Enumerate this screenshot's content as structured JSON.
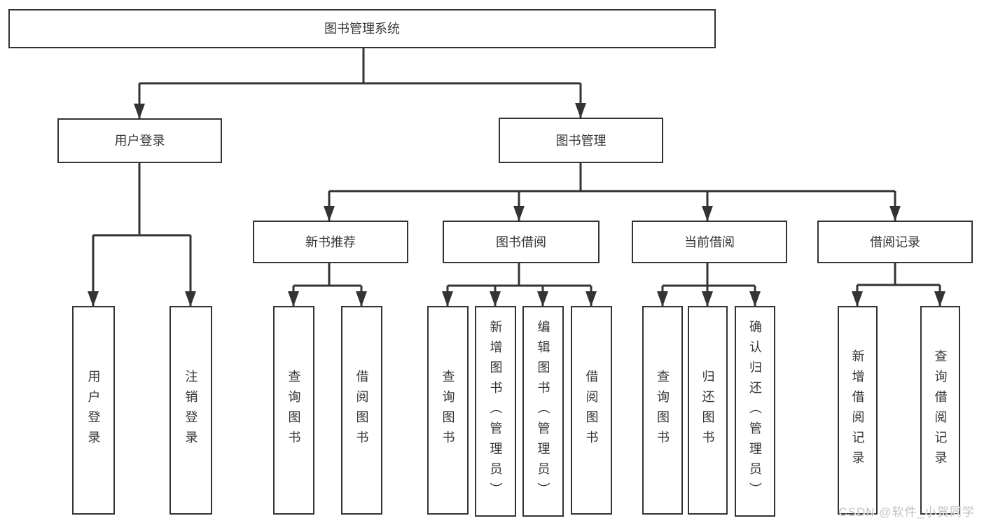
{
  "diagram": {
    "root": {
      "label": "图书管理系统"
    },
    "user_login": {
      "label": "用户登录",
      "children": [
        {
          "label": "用户登录"
        },
        {
          "label": "注销登录"
        }
      ]
    },
    "book_management": {
      "label": "图书管理",
      "children": [
        {
          "label": "新书推荐",
          "children": [
            {
              "label": "查询图书"
            },
            {
              "label": "借阅图书"
            }
          ]
        },
        {
          "label": "图书借阅",
          "children": [
            {
              "label": "查询图书"
            },
            {
              "label": "新增图书（管理员）"
            },
            {
              "label": "编辑图书（管理员）"
            },
            {
              "label": "借阅图书"
            }
          ]
        },
        {
          "label": "当前借阅",
          "children": [
            {
              "label": "查询图书"
            },
            {
              "label": "归还图书"
            },
            {
              "label": "确认归还（管理员）"
            }
          ]
        },
        {
          "label": "借阅记录",
          "children": [
            {
              "label": "新增借阅记录"
            },
            {
              "label": "查询借阅记录"
            }
          ]
        }
      ]
    },
    "colors": {
      "line": "#333333",
      "text": "#363636",
      "watermark": "#c3c3c3"
    },
    "watermark": "CSDN @软件_小贺同学"
  }
}
